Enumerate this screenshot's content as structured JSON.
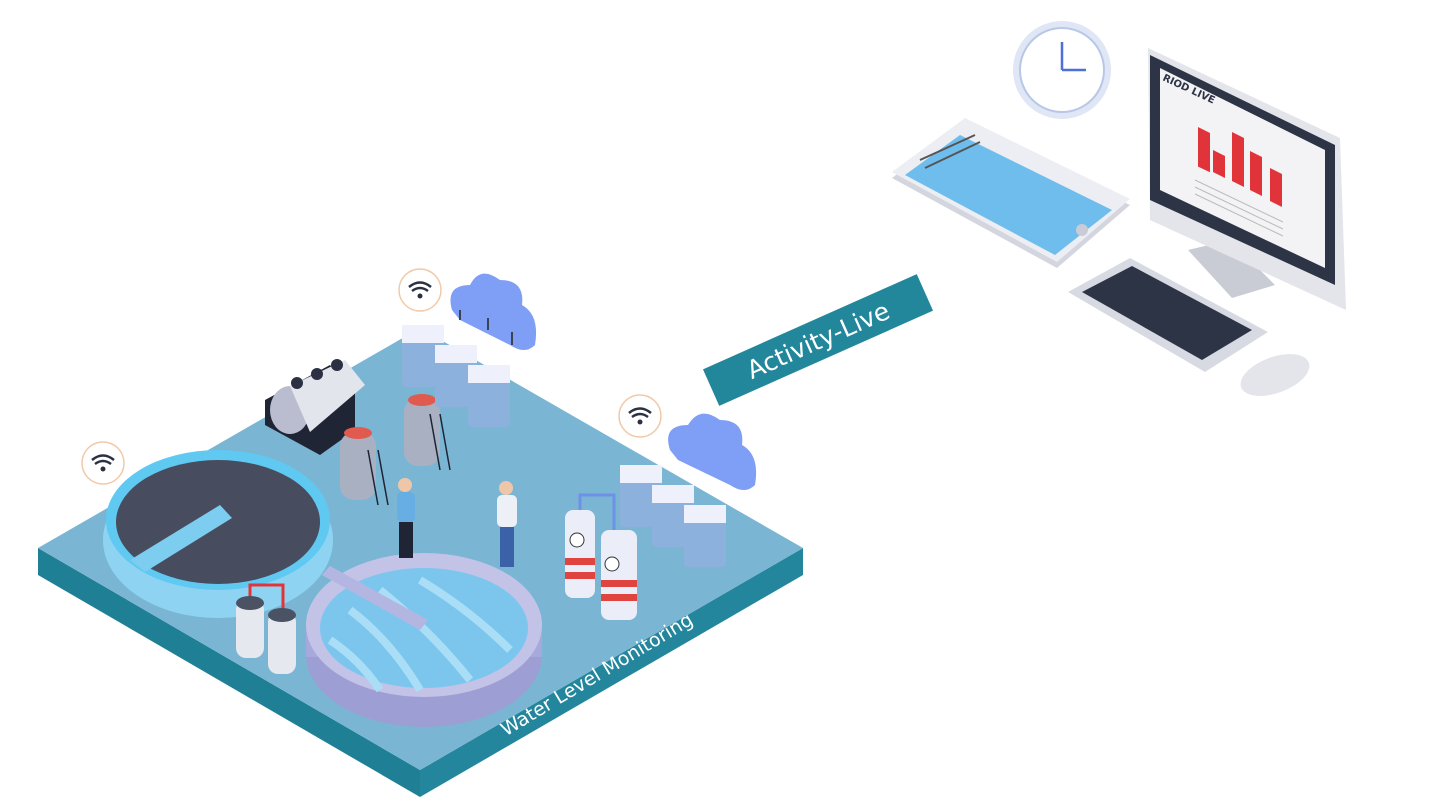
{
  "banner": {
    "label": "Activity-Live"
  },
  "platform": {
    "label": "Water Level Monitoring"
  },
  "monitor": {
    "screen_title": "RIOD LIVE"
  },
  "icons": [
    "wifi-icon",
    "cloud-icon",
    "server-icon",
    "clock-icon",
    "tablet-icon",
    "monitor-icon",
    "keyboard-icon",
    "mouse-icon"
  ],
  "colors": {
    "platform_top": "#7ab6d3",
    "platform_side": "#23869c",
    "banner": "#22879b",
    "cloud": "#7f9ef5",
    "bars": "#e0343a",
    "tablet_screen": "#6fbdec"
  }
}
